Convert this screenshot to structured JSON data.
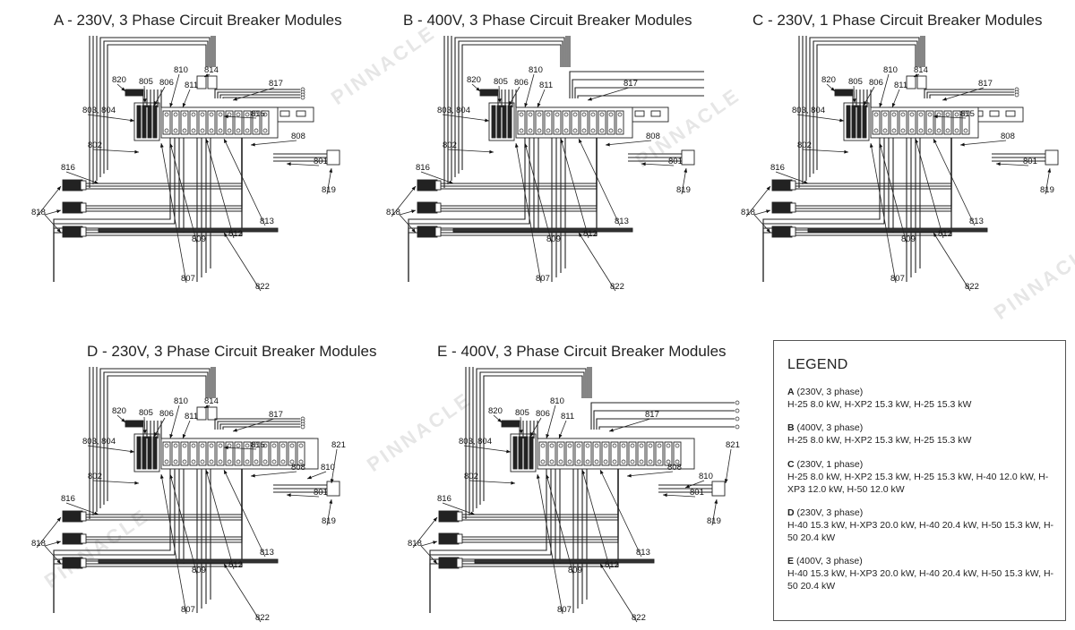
{
  "watermark": "PINNACLE",
  "diagrams": [
    {
      "id": "A",
      "title": "A - 230V, 3 Phase Circuit Breaker Modules",
      "labels": {
        "l801": "801",
        "l802": "802",
        "l803": "803, 804",
        "l805": "805",
        "l806": "806",
        "l807": "807",
        "l808": "808",
        "l809": "809",
        "l810": "810",
        "l811": "811",
        "l812": "812",
        "l813": "813",
        "l814": "814",
        "l815": "815",
        "l816": "816",
        "l817": "817",
        "l818": "818",
        "l819": "819",
        "l820": "820",
        "l822": "822"
      }
    },
    {
      "id": "B",
      "title": "B - 400V, 3 Phase Circuit Breaker Modules",
      "labels": {
        "l801": "801",
        "l802": "802",
        "l803": "803, 804",
        "l805": "805",
        "l806": "806",
        "l807": "807",
        "l808": "808",
        "l809": "809",
        "l810": "810",
        "l811": "811",
        "l812": "812",
        "l813": "813",
        "l814": "",
        "l815": "",
        "l816": "816",
        "l817": "817",
        "l818": "818",
        "l819": "819",
        "l820": "820",
        "l822": "822"
      }
    },
    {
      "id": "C",
      "title": "C - 230V, 1 Phase Circuit Breaker Modules",
      "labels": {
        "l801": "801",
        "l802": "802",
        "l803": "803, 804",
        "l805": "805",
        "l806": "806",
        "l807": "807",
        "l808": "808",
        "l809": "809",
        "l810": "810",
        "l811": "811",
        "l812": "812",
        "l813": "813",
        "l814": "814",
        "l815": "815",
        "l816": "816",
        "l817": "817",
        "l818": "818",
        "l819": "819",
        "l820": "820",
        "l822": "822"
      }
    },
    {
      "id": "D",
      "title": "D - 230V, 3 Phase Circuit Breaker Modules",
      "labels": {
        "l801": "801",
        "l802": "802",
        "l803": "803, 804",
        "l805": "805",
        "l806": "806",
        "l807": "807",
        "l808": "808",
        "l809": "809",
        "l810": "810",
        "l811": "811",
        "l812": "812",
        "l813": "813",
        "l814": "814",
        "l815": "815",
        "l816": "816",
        "l817": "817",
        "l818": "818",
        "l819": "819",
        "l820": "820",
        "l822": "822",
        "l821": "821",
        "l810b": "810"
      }
    },
    {
      "id": "E",
      "title": "E - 400V, 3 Phase Circuit Breaker Modules",
      "labels": {
        "l801": "801",
        "l802": "802",
        "l803": "803, 804",
        "l805": "805",
        "l806": "806",
        "l807": "807",
        "l808": "808",
        "l809": "809",
        "l810": "810",
        "l811": "811",
        "l812": "812",
        "l813": "813",
        "l814": "",
        "l815": "",
        "l816": "816",
        "l817": "817",
        "l818": "818",
        "l819": "819",
        "l820": "820",
        "l822": "822",
        "l821": "821",
        "l810b": "810"
      }
    }
  ],
  "legend": {
    "title": "LEGEND",
    "entries": [
      {
        "key": "A",
        "voltage": "(230V, 3 phase)",
        "models": "H-25 8.0 kW, H-XP2 15.3 kW, H-25 15.3 kW"
      },
      {
        "key": "B",
        "voltage": "(400V, 3 phase)",
        "models": "H-25 8.0 kW, H-XP2 15.3 kW, H-25 15.3 kW"
      },
      {
        "key": "C",
        "voltage": "(230V, 1 phase)",
        "models": "H-25 8.0 kW, H-XP2 15.3 kW, H-25 15.3 kW, H-40 12.0 kW, H-XP3 12.0 kW, H-50 12.0 kW"
      },
      {
        "key": "D",
        "voltage": "(230V, 3 phase)",
        "models": "H-40 15.3 kW, H-XP3 20.0 kW, H-40 20.4 kW, H-50 15.3 kW, H-50 20.4 kW"
      },
      {
        "key": "E",
        "voltage": "(400V, 3 phase)",
        "models": "H-40 15.3 kW, H-XP3 20.0 kW, H-40 20.4 kW, H-50 15.3 kW, H-50 20.4 kW"
      }
    ]
  }
}
